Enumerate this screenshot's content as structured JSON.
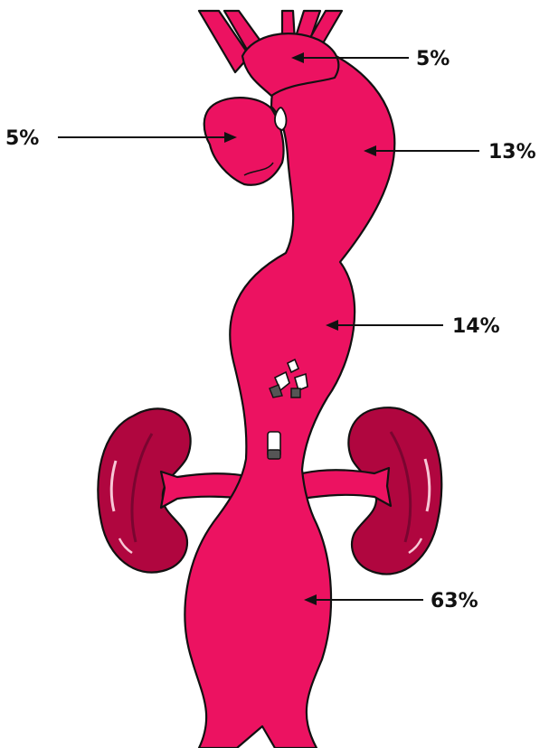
{
  "colors": {
    "aorta": "#ec1261",
    "kidney": "#b0063f",
    "kidney_dark": "#7a0530",
    "highlight": "#f7c7d6",
    "outline": "#111111"
  },
  "annotations": [
    {
      "id": "top",
      "text": "5%"
    },
    {
      "id": "left",
      "text": "5%"
    },
    {
      "id": "upper-right",
      "text": "13%"
    },
    {
      "id": "mid",
      "text": "14%"
    },
    {
      "id": "lower",
      "text": "63%"
    }
  ]
}
